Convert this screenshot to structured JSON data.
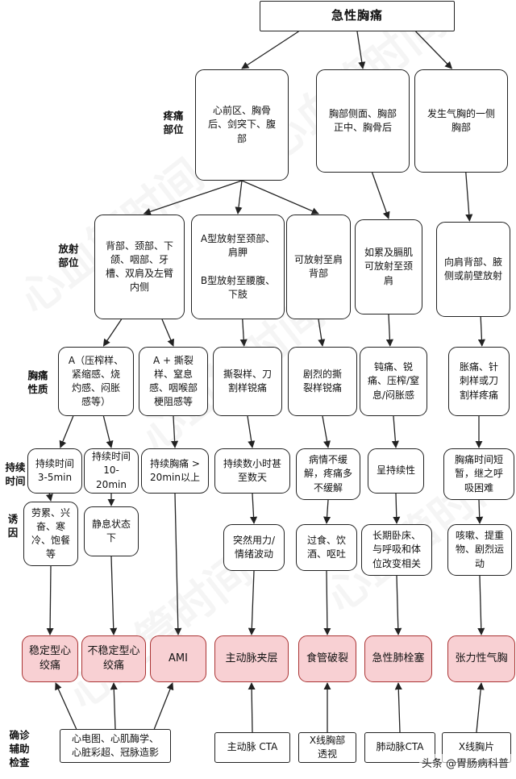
{
  "title": "急性胸痛",
  "labels": {
    "pain_site": "疼痛\n部位",
    "radiation": "放射\n部位",
    "character": "胸痛\n性质",
    "duration": "持续\n时间",
    "trigger": "诱\n因",
    "diagnosis": "确诊\n辅助\n检查"
  },
  "sites": {
    "precordial": "心前区、胸骨\n后、剑突下、腹\n部",
    "lateral": "胸部侧面、胸部\n正中、胸骨后",
    "pneumo_side": "发生气胸的一侧\n胸部"
  },
  "radiation": {
    "heart": "背部、颈部、下\n颌、咽部、牙\n槽、双肩及左臂\n内侧",
    "aorta": "A型放射至颈部、\n肩胛\n\nB型放射至腰腹、\n下肢",
    "esoph": "可放射至肩\n背部",
    "pe": "如累及膈肌\n可放射至颈\n肩",
    "pneumo": "向肩背部、腋\n侧或前壁放射"
  },
  "character": {
    "angina": "A（压榨样、\n紧缩感、烧\n灼感、闷胀\n感等）",
    "ami": "A + 撕裂\n样、窒息\n感、咽喉部\n梗阻感等",
    "aorta": "撕裂样、刀\n割样锐痛",
    "esoph": "剧烈的撕\n裂样锐痛",
    "pe": "钝痛、锐\n痛、压榨/窒\n息/闷胀感",
    "pneumo": "胀痛、针\n刺样或刀\n割样疼痛"
  },
  "duration": {
    "stable": "持续时间\n3-5min",
    "unstable": "持续时间\n10-20min",
    "ami": "持续胸痛 >\n20min以上",
    "aorta": "持续数小时甚\n至数天",
    "esoph": "病情不缓\n解，疼痛多\n不缓解",
    "pe": "呈持续性",
    "pneumo": "胸痛时间短\n暂，继之呼\n吸困难"
  },
  "trigger": {
    "stable": "劳累、兴\n奋、寒\n冷、饱餐\n等",
    "unstable": "静息状态\n下",
    "aorta": "突然用力/\n情绪波动",
    "esoph": "过食、饮\n酒、呕吐",
    "pe": "长期卧床、\n与呼吸和体\n位改变相关",
    "pneumo": "咳嗽、提重\n物、剧烈运\n动"
  },
  "diagnosis": {
    "stable": "稳定型心\n绞痛",
    "unstable": "不稳定型心\n绞痛",
    "ami": "AMI",
    "aorta": "主动脉夹层",
    "esoph": "食管破裂",
    "pe": "急性肺栓塞",
    "pneumo": "张力性气胸"
  },
  "tests": {
    "heart": "心电图、心肌酶学、\n心脏彩超、冠脉造影",
    "aorta": "主动脉 CTA",
    "esoph": "X线胸部\n透视",
    "pe": "肺动脉CTA",
    "pneumo": "X线胸片"
  },
  "watermark": "心血管时间",
  "credit": "头条 @胃肠病科普",
  "colors": {
    "diagnosis_fill": "#f8d0d3",
    "line": "#222222"
  }
}
